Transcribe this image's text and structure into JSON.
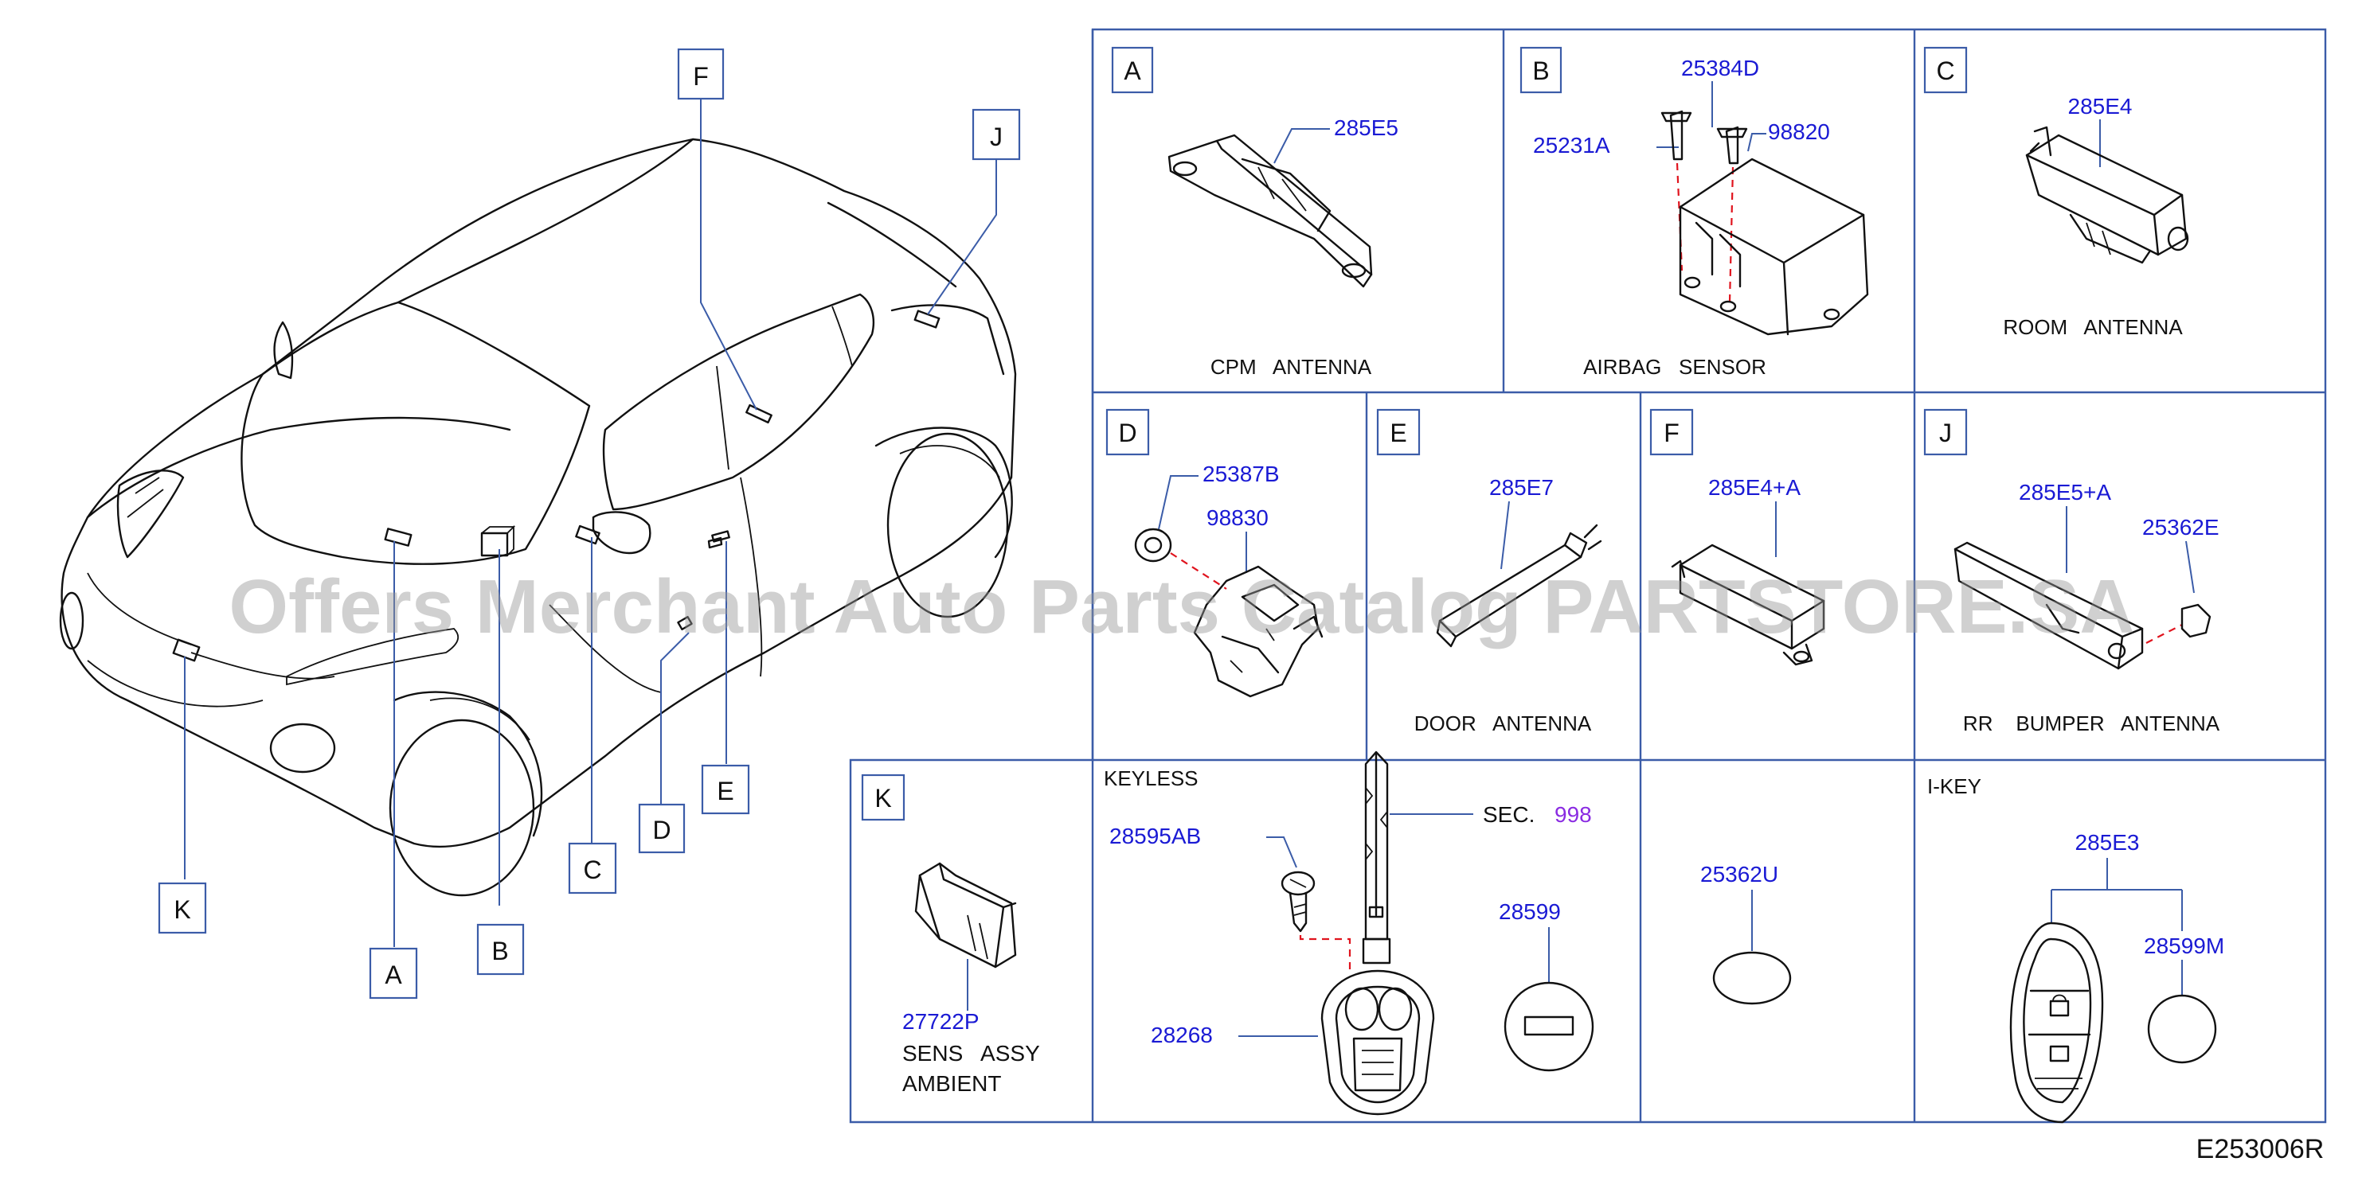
{
  "callouts": {
    "A": "A",
    "B": "B",
    "C": "C",
    "D": "D",
    "E": "E",
    "F": "F",
    "J": "J",
    "K": "K"
  },
  "panels": {
    "A": {
      "letter": "A",
      "parts": [
        "285E5"
      ],
      "title": "CPM   ANTENNA"
    },
    "B": {
      "letter": "B",
      "parts": [
        "25384D",
        "25231A",
        "98820"
      ],
      "title": "AIRBAG   SENSOR"
    },
    "C": {
      "letter": "C",
      "parts": [
        "285E4"
      ],
      "title": "ROOM   ANTENNA"
    },
    "D": {
      "letter": "D",
      "parts": [
        "25387B",
        "98830"
      ]
    },
    "E": {
      "letter": "E",
      "parts": [
        "285E7"
      ],
      "title": "DOOR   ANTENNA"
    },
    "F": {
      "letter": "F",
      "parts": [
        "285E4+A"
      ]
    },
    "J": {
      "letter": "J",
      "parts": [
        "285E5+A",
        "25362E"
      ],
      "title": "RR    BUMPER   ANTENNA"
    },
    "K": {
      "letter": "K",
      "parts": [
        "27722P"
      ],
      "title_line1": "SENS   ASSY",
      "title_line2": "AMBIENT"
    },
    "KEYLESS": {
      "heading": "KEYLESS",
      "parts": [
        "28595AB",
        "28599",
        "28268"
      ],
      "sec_label": "SEC.",
      "sec_number": "998"
    },
    "U": {
      "parts": [
        "25362U"
      ]
    },
    "IKEY": {
      "heading": "I-KEY",
      "parts": [
        "285E3",
        "28599M"
      ]
    }
  },
  "watermark": "Offers Merchant Auto Parts Catalog PARTSTORE.SA",
  "diagram_code": "E253006R",
  "colors": {
    "part_number": "#1a1ad4",
    "grid_line": "#3b5ca8",
    "dash": "#e0141e",
    "section_ref": "#8a2be2"
  }
}
